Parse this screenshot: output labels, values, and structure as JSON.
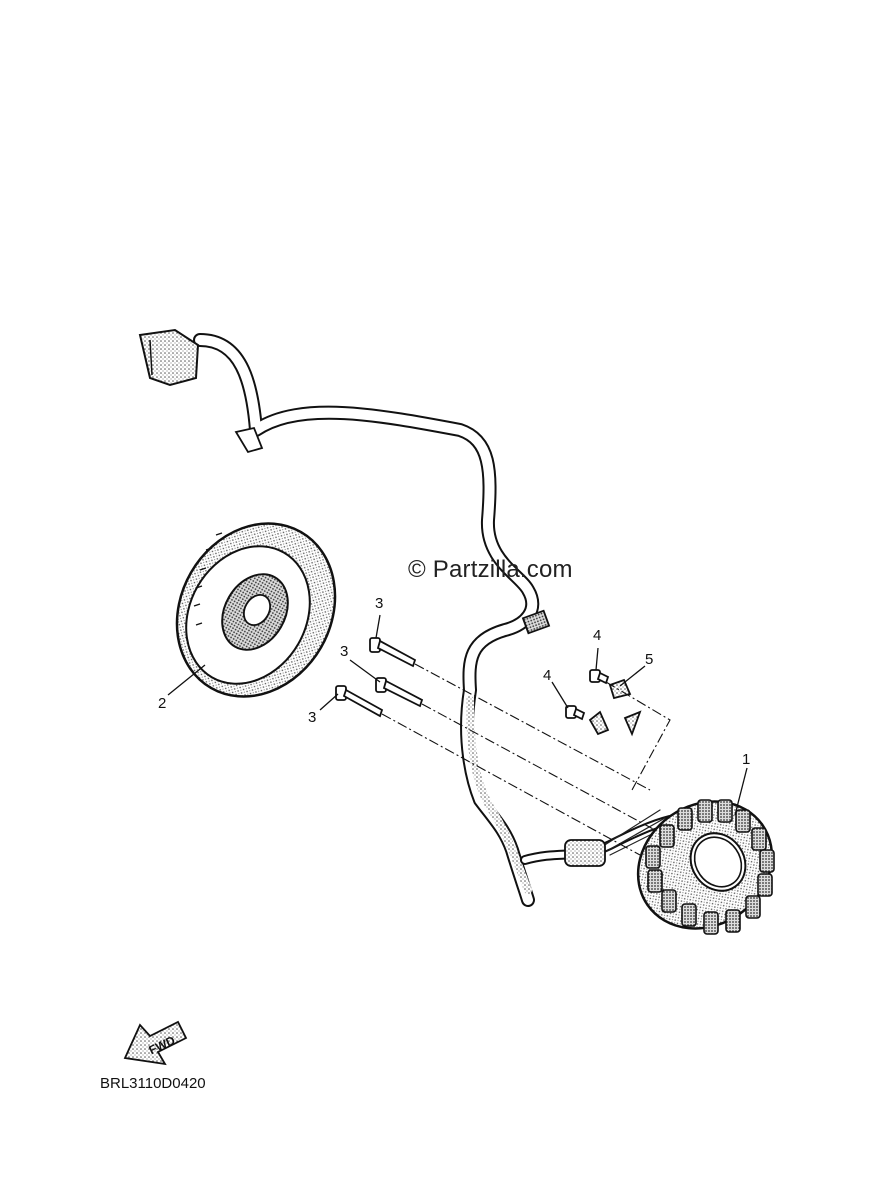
{
  "watermark": "© Partzilla.com",
  "diagram_code": "BRL3110D0420",
  "fwd_label": "FWD",
  "callouts": [
    {
      "id": "1",
      "part": "stator"
    },
    {
      "id": "2",
      "part": "rotor"
    },
    {
      "id": "3",
      "part": "bolt-upper"
    },
    {
      "id": "3",
      "part": "bolt-middle"
    },
    {
      "id": "3",
      "part": "bolt-lower"
    },
    {
      "id": "4",
      "part": "screw-upper"
    },
    {
      "id": "4",
      "part": "screw-lower"
    },
    {
      "id": "5",
      "part": "clamp"
    }
  ]
}
